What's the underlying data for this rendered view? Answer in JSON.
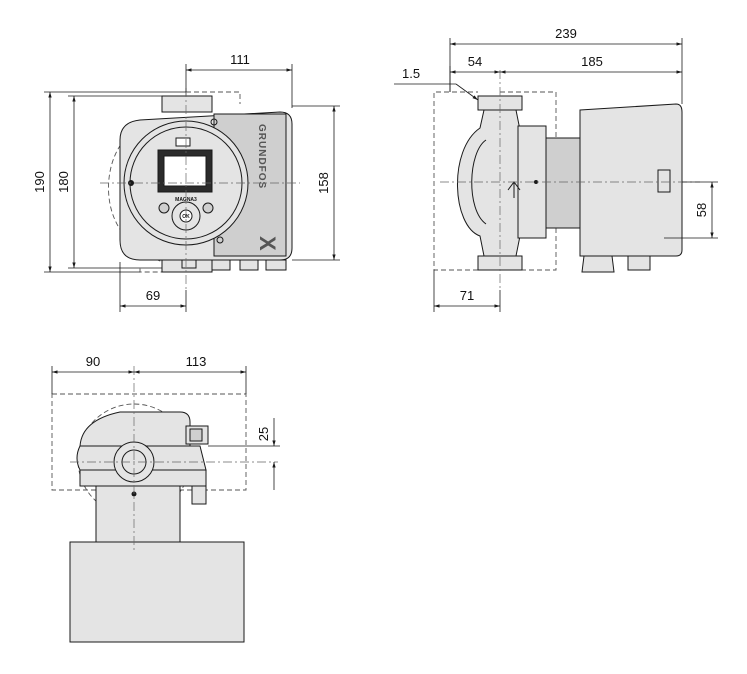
{
  "dimensions": {
    "front_view": {
      "width_right_of_axis": "111",
      "overall_height": "190",
      "flange_height": "180",
      "height_right": "158",
      "width_left_of_axis": "69"
    },
    "side_view": {
      "overall_length": "239",
      "gap": "1.5",
      "flange_to_axis": "54",
      "axis_to_end": "185",
      "connector_offset": "58",
      "body_to_axis": "71"
    },
    "top_view": {
      "left_of_axis": "90",
      "right_of_axis": "113",
      "connector_offset": "25"
    }
  },
  "panel_labels": {
    "brand": "GRUNDFOS",
    "brand_mark": "X",
    "control_label": "MAGNA3",
    "ok_label": "OK"
  },
  "colors": {
    "line": "#1a1a1a",
    "part_fill": "#e4e4e4",
    "part_fill_dark": "#cfcfcf"
  }
}
